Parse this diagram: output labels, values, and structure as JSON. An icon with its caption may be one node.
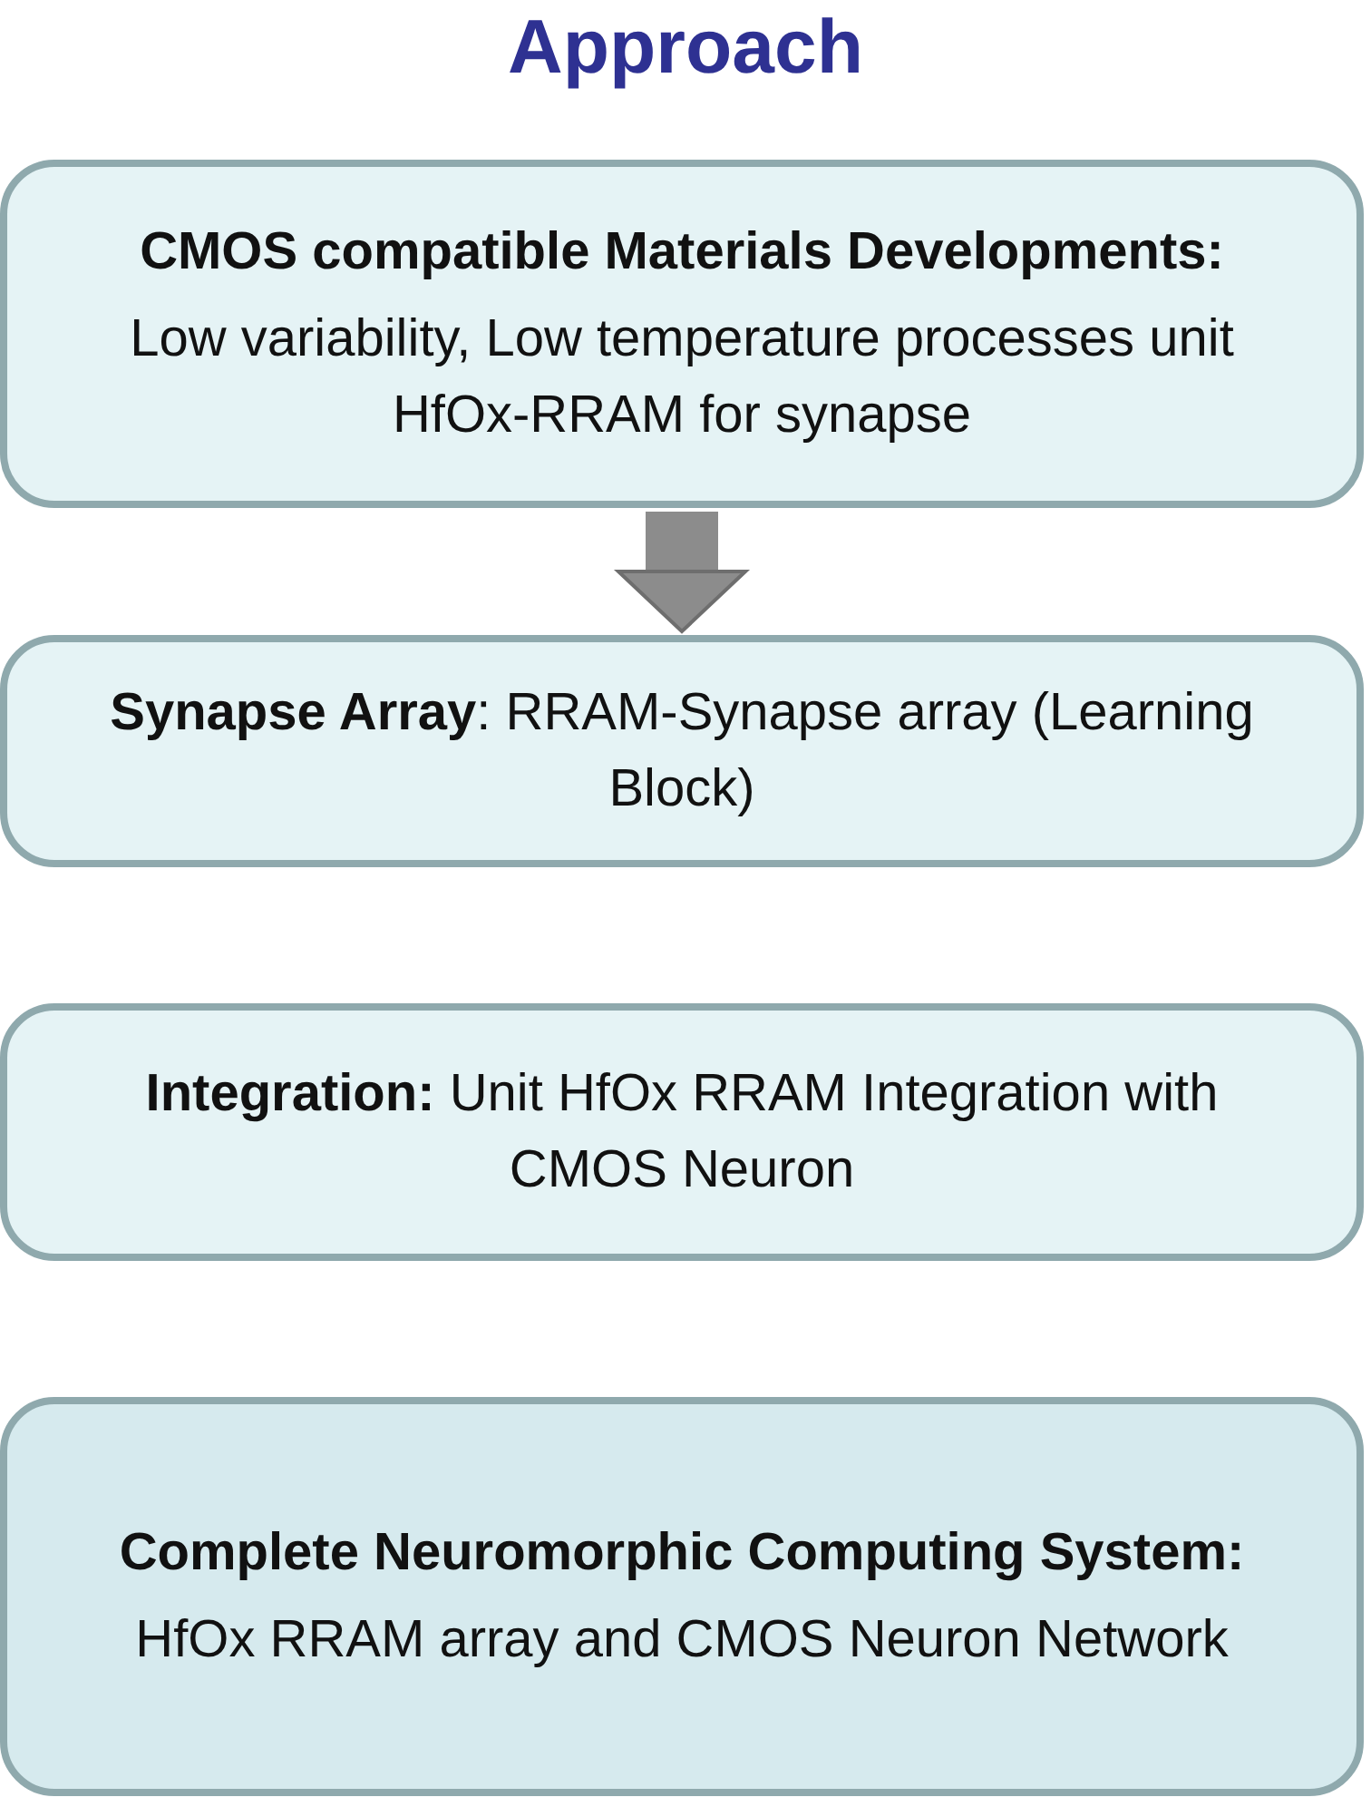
{
  "diagram": {
    "title": "Approach",
    "nodes": [
      {
        "text": [
          "CMOS compatible Materials Developments:",
          "Low variability, Low temperature processes unit HfOx-RRAM for synapse"
        ]
      },
      {
        "text": [
          "**Synapse Array**: RRAM-Synapse array (Learning Block)"
        ]
      },
      {
        "text": [
          "**Integration:** Unit HfOx RRAM Integration with CMOS Neuron"
        ]
      },
      {
        "text": [
          "Complete Neuromorphic Computing System:",
          "HfOx RRAM array and CMOS Neuron Network"
        ]
      }
    ],
    "edges": [
      {
        "from": 0,
        "to": 1,
        "arrow": "to"
      }
    ]
  }
}
